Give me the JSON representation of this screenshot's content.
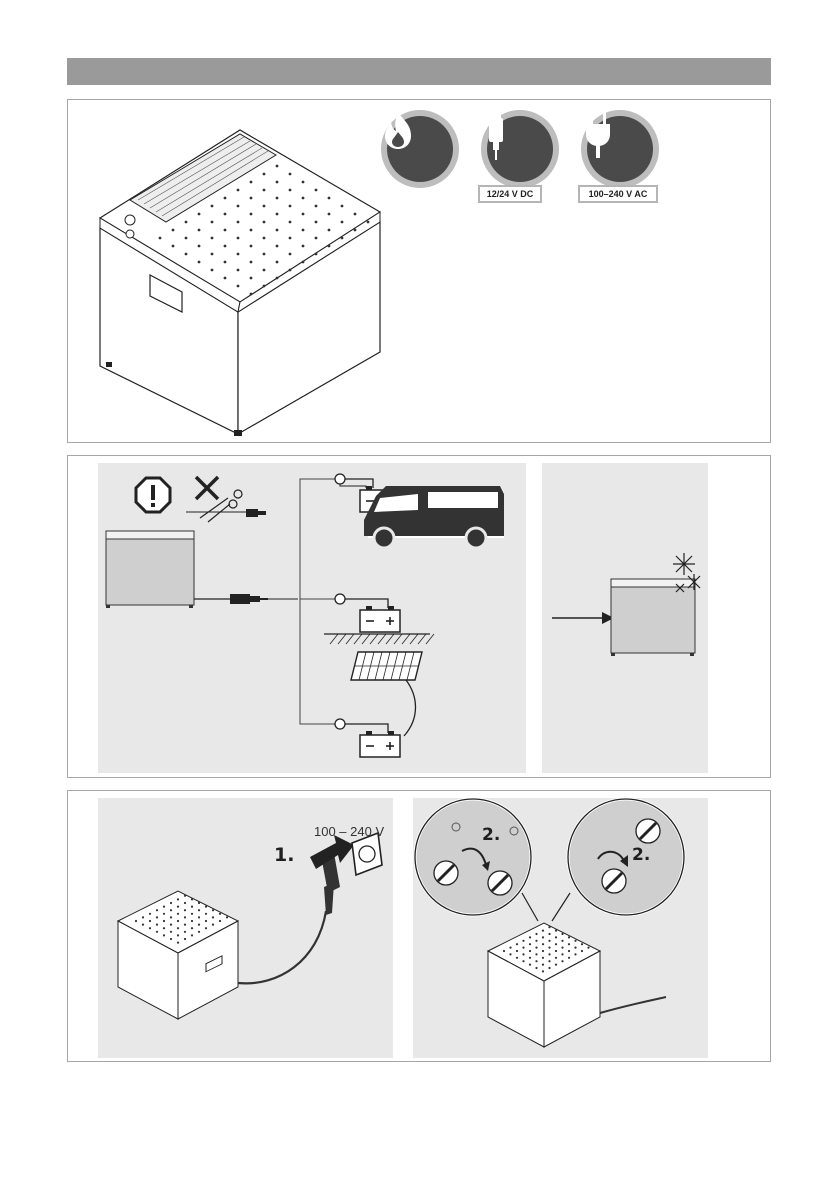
{
  "panel1": {
    "badges": [
      {
        "icon": "flame-icon",
        "label": ""
      },
      {
        "icon": "car-plug-icon",
        "label": "12/24 V DC"
      },
      {
        "icon": "mains-plug-icon",
        "label": "100–240 V AC"
      }
    ]
  },
  "panel3": {
    "voltage": "100 – 240 V",
    "step1": "1.",
    "step2": "2."
  },
  "colors": {
    "header_bar": "#9a9a9a",
    "panel_bg": "#e8e8e8",
    "badge_ring": "#bdbdbd",
    "badge_fill": "#4a4a4a"
  }
}
